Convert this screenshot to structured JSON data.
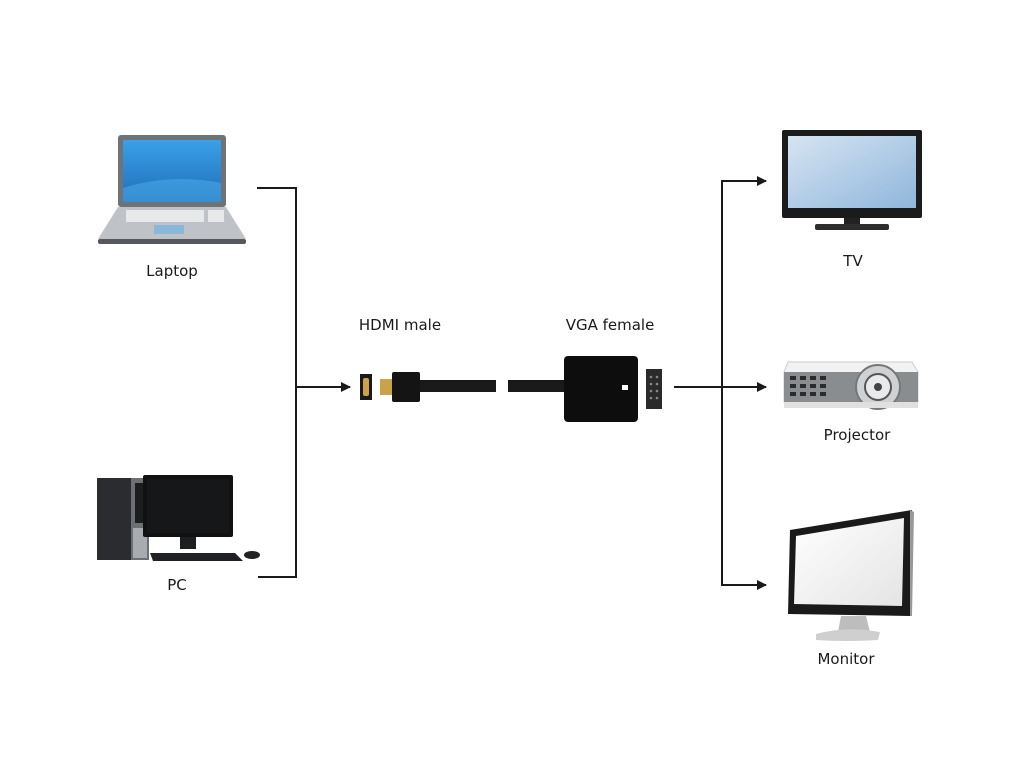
{
  "diagram": {
    "title": "HDMI to VGA adapter connection diagram",
    "sources": [
      {
        "id": "laptop",
        "label": "Laptop",
        "icon": "laptop-icon"
      },
      {
        "id": "pc",
        "label": "PC",
        "icon": "desktop-pc-icon"
      }
    ],
    "adapter": {
      "input_label": "HDMI male",
      "output_label": "VGA female"
    },
    "outputs": [
      {
        "id": "tv",
        "label": "TV",
        "icon": "tv-icon"
      },
      {
        "id": "projector",
        "label": "Projector",
        "icon": "projector-icon"
      },
      {
        "id": "monitor",
        "label": "Monitor",
        "icon": "monitor-icon"
      }
    ],
    "colors": {
      "line": "#1a1a1a",
      "screen_blue": "#2f8fd8",
      "tv_screen": "#b9d3ea",
      "connector_gold": "#c9a24a"
    }
  }
}
